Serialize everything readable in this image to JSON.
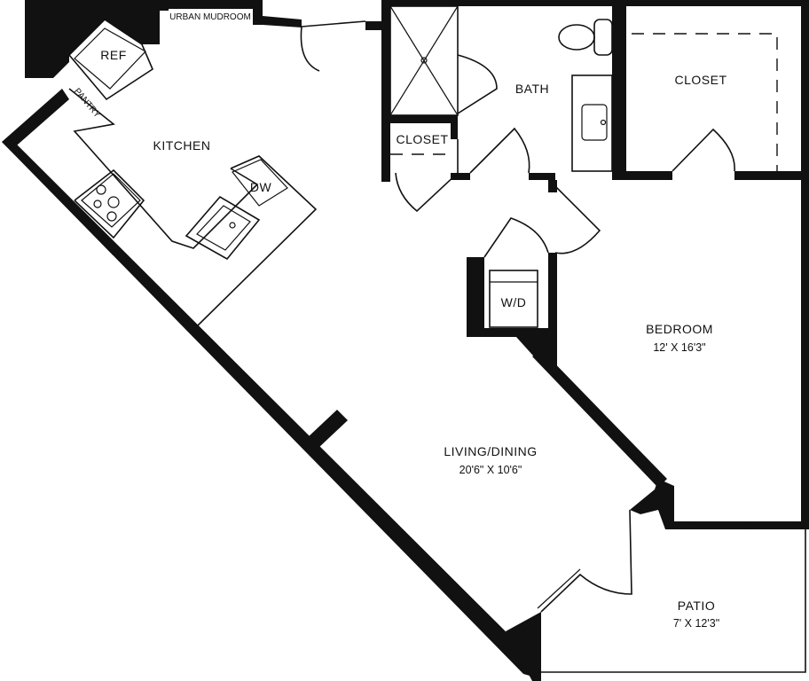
{
  "rooms": {
    "kitchen": {
      "name": "KITCHEN"
    },
    "bath": {
      "name": "BATH"
    },
    "walk_closet": {
      "name": "CLOSET"
    },
    "hall_closet": {
      "name": "CLOSET"
    },
    "bedroom": {
      "name": "BEDROOM",
      "dims": "12' X 16'3\""
    },
    "living": {
      "name": "LIVING/DINING",
      "dims": "20'6\" X 10'6\""
    },
    "patio": {
      "name": "PATIO",
      "dims": "7' X 12'3\""
    }
  },
  "fixtures": {
    "ref": "REF",
    "pantry": "PANTRY",
    "mudroom": "URBAN MUDROOM",
    "dw": "DW",
    "wd": "W/D"
  }
}
